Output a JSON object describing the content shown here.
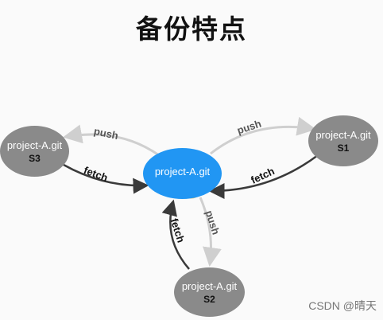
{
  "title": "备份特点",
  "nodes": {
    "center": {
      "label": "project-A.git"
    },
    "s3": {
      "label": "project-A.git",
      "server": "S3"
    },
    "s1": {
      "label": "project-A.git",
      "server": "S1"
    },
    "s2": {
      "label": "project-A.git",
      "server": "S2"
    }
  },
  "edges": {
    "push_to_s3": "push",
    "fetch_from_s3": "fetch",
    "push_to_s1": "push",
    "fetch_from_s1": "fetch",
    "push_to_s2": "push",
    "fetch_from_s2": "fetch"
  },
  "colors": {
    "center_fill": "#2196f3",
    "server_fill": "#8a8a8a",
    "push_arrow": "#cfcfcf",
    "fetch_arrow": "#3a3a3a"
  },
  "watermark": "CSDN @晴天"
}
